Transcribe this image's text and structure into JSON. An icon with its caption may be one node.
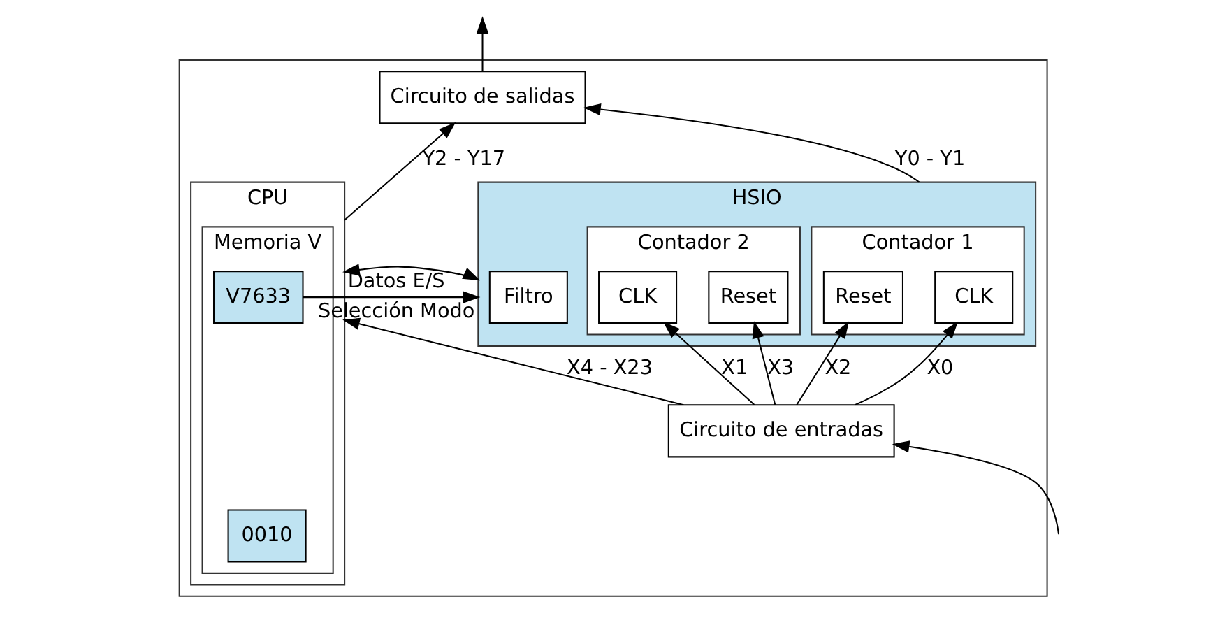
{
  "diagram": {
    "nodes": [
      {
        "text": [],
        "shape": "box"
      },
      {
        "text": [
          "Circuito de salidas"
        ],
        "in": 0
      },
      {
        "text": [
          "HSIO"
        ],
        "in": 0
      },
      {
        "text": [
          "Contador 1"
        ],
        "in": 2
      },
      {
        "text": [
          "CLK"
        ],
        "in": 3
      },
      {
        "text": [
          "Reset"
        ],
        "in": 3
      },
      {
        "text": [
          "Contador 2"
        ],
        "in": 2
      },
      {
        "text": [
          "CLK"
        ],
        "in": 6
      },
      {
        "text": [
          "Reset"
        ],
        "in": 6
      },
      {
        "text": [
          "Filtro"
        ],
        "in": 2
      },
      {
        "text": [
          "CPU"
        ],
        "in": 0
      },
      {
        "text": [
          "Memoria V"
        ],
        "in": 10
      },
      {
        "text": [
          "V7633"
        ],
        "in": 11
      },
      {
        "text": [
          "0010"
        ],
        "in": 11
      },
      {
        "text": [
          "Circuito de entradas"
        ],
        "in": 0
      }
    ],
    "edges": [
      {
        "from": 1,
        "to": null,
        "arrow": "to"
      },
      {
        "from": 2,
        "to": 1,
        "arrow": "to",
        "label": "Y0 - Y1"
      },
      {
        "from": 10,
        "to": 1,
        "arrow": "to",
        "label": "Y2 - Y17"
      },
      {
        "from": 10,
        "to": 2,
        "arrow": "both",
        "label": "Datos E/S"
      },
      {
        "from": 12,
        "to": 2,
        "arrow": "to",
        "label": "Selección Modo"
      },
      {
        "from": 14,
        "to": 4,
        "arrow": "to",
        "label": "X0"
      },
      {
        "from": 14,
        "to": 5,
        "arrow": "to",
        "label": "X2"
      },
      {
        "from": 14,
        "to": 7,
        "arrow": "to",
        "label": "X1"
      },
      {
        "from": 14,
        "to": 8,
        "arrow": "to",
        "label": "X3"
      },
      {
        "from": 14,
        "to": 10,
        "arrow": "to",
        "label": "X4 - X23"
      },
      {
        "from": null,
        "to": 14,
        "arrow": "to"
      }
    ]
  }
}
